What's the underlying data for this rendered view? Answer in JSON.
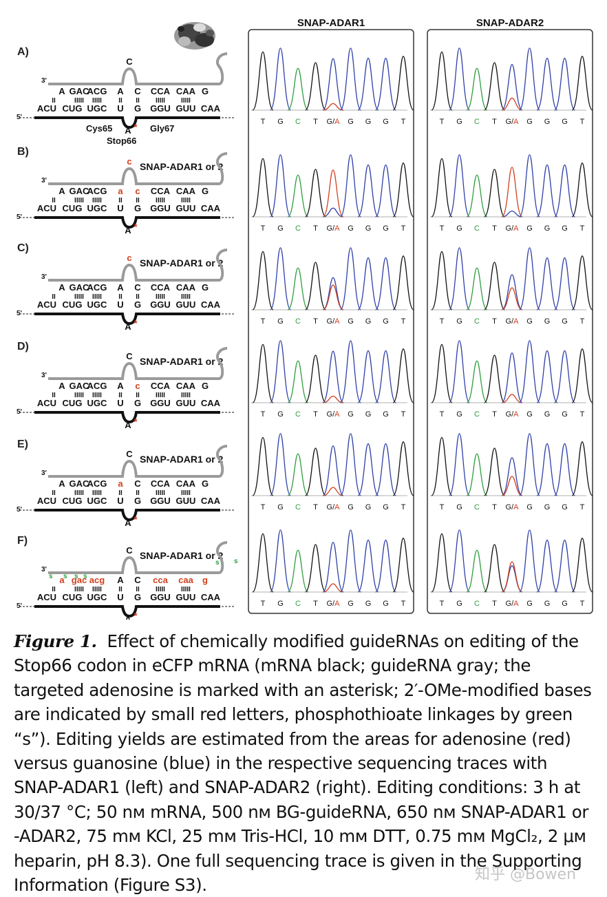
{
  "column_headers": [
    "SNAP-ADAR1",
    "SNAP-ADAR2"
  ],
  "panels": [
    {
      "label": "A)",
      "guide_top": "C",
      "top_mod": false,
      "enzyme": "",
      "guide_seq": [
        "A",
        "GAC",
        "ACG",
        "A",
        "C",
        "CCA",
        "CAA",
        "G"
      ],
      "guide_mods": [
        false,
        false,
        false,
        false,
        false,
        false,
        false,
        false
      ],
      "cys": "Cys65",
      "gly": "Gly67",
      "stop": "Stop66",
      "ps": false
    },
    {
      "label": "B)",
      "guide_top": "c",
      "top_mod": true,
      "enzyme": "SNAP-ADAR1 or 2",
      "guide_seq": [
        "A",
        "GAC",
        "ACG",
        "a",
        "c",
        "CCA",
        "CAA",
        "G"
      ],
      "guide_mods": [
        false,
        false,
        false,
        true,
        true,
        false,
        false,
        false
      ],
      "ps": false
    },
    {
      "label": "C)",
      "guide_top": "c",
      "top_mod": true,
      "enzyme": "SNAP-ADAR1 or 2",
      "guide_seq": [
        "A",
        "GAC",
        "ACG",
        "A",
        "C",
        "CCA",
        "CAA",
        "G"
      ],
      "guide_mods": [
        false,
        false,
        false,
        false,
        false,
        false,
        false,
        false
      ],
      "ps": false
    },
    {
      "label": "D)",
      "guide_top": "C",
      "top_mod": false,
      "enzyme": "SNAP-ADAR1 or 2",
      "guide_seq": [
        "A",
        "GAC",
        "ACG",
        "A",
        "c",
        "CCA",
        "CAA",
        "G"
      ],
      "guide_mods": [
        false,
        false,
        false,
        false,
        true,
        false,
        false,
        false
      ],
      "ps": false
    },
    {
      "label": "E)",
      "guide_top": "C",
      "top_mod": false,
      "enzyme": "SNAP-ADAR1 or 2",
      "guide_seq": [
        "A",
        "GAC",
        "ACG",
        "a",
        "C",
        "CCA",
        "CAA",
        "G"
      ],
      "guide_mods": [
        false,
        false,
        false,
        true,
        false,
        false,
        false,
        false
      ],
      "ps": false
    },
    {
      "label": "F)",
      "guide_top": "C",
      "top_mod": false,
      "enzyme": "SNAP-ADAR1 or 2",
      "guide_seq": [
        "a",
        "gac",
        "acg",
        "A",
        "C",
        "cca",
        "caa",
        "g"
      ],
      "guide_mods": [
        true,
        true,
        true,
        false,
        false,
        true,
        true,
        true
      ],
      "ps": true
    }
  ],
  "mrna_seq": [
    "ACU",
    "CUG",
    "UGC",
    "U",
    "G",
    "GGU",
    "GUU",
    "CAA"
  ],
  "pair_marks": [
    "II",
    "IIIII",
    "IIIII",
    "II",
    "II",
    "IIIII",
    "IIIII"
  ],
  "five_prime": "5'",
  "three_prime": "3'",
  "target_mark": "A",
  "asterisk": "*",
  "ps_mark": "s",
  "trace_bases": [
    "T",
    "G",
    "C",
    "T",
    "G/A",
    "G",
    "G",
    "G",
    "T"
  ],
  "trace_colors": {
    "T": "#d1401f",
    "G": "#111111",
    "C": "#2e9e3e",
    "A": "#d1401f",
    "G/A": "#111111",
    "blue": "#2f3fa8",
    "green": "#2e9e3e",
    "black": "#111111",
    "red": "#d1401f"
  },
  "editing_traces": [
    {
      "panel": "A",
      "adar1_red": 0.12,
      "adar2_red": 0.22
    },
    {
      "panel": "B",
      "adar1_red": 0.85,
      "adar2_red": 0.9
    },
    {
      "panel": "C",
      "adar1_red": 0.45,
      "adar2_red": 0.4
    },
    {
      "panel": "D",
      "adar1_red": 0.12,
      "adar2_red": 0.15
    },
    {
      "panel": "E",
      "adar1_red": 0.15,
      "adar2_red": 0.35
    },
    {
      "panel": "F",
      "adar1_red": 0.15,
      "adar2_red": 0.55
    }
  ],
  "caption": {
    "figure_label": "Figure 1.",
    "text": "Effect of chemically modified guideRNAs on editing of the Stop66 codon in eCFP mRNA (mRNA black; guideRNA gray; the targeted adenosine is marked with an asterisk; 2′-OMe-modified bases are indicated by small red letters, phosphothioate linkages by green “s”). Editing yields are estimated from the areas for adenosine (red) versus guanosine (blue) in the respective sequencing traces with SNAP-ADAR1 (left) and SNAP-ADAR2 (right). Editing conditions: 3 h at 30/37 °C; 50 nᴍ mRNA, 500 nᴍ BG-guideRNA, 650 nᴍ SNAP-ADAR1 or -ADAR2, 75 mᴍ KCl, 25 mᴍ Tris-HCl, 10 mᴍ DTT, 0.75 mᴍ MgCl₂, 2 μᴍ heparin, pH 8.3). One full sequencing trace is given in the Supporting Information (Figure S3)."
  },
  "watermark": "知乎 @Bowen"
}
